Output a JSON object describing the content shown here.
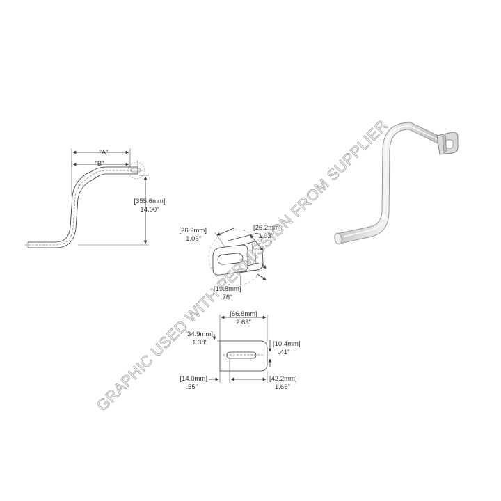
{
  "side_view": {
    "label_a": "\"A\"",
    "label_b": "\"B\"",
    "height_mm": "[355.6mm]",
    "height_in": "14.00\""
  },
  "bracket_iso": {
    "width_mm": "[26.9mm]",
    "width_in": "1.06\"",
    "depth_mm": "[26.2mm]",
    "depth_in": "1.03\"",
    "height_mm": "[19.8mm]",
    "height_in": ".78\""
  },
  "bracket_flat": {
    "overall_mm": "[66.8mm]",
    "overall_in": "2.63\"",
    "slot_len_mm": "[34.9mm]",
    "slot_len_in": "1.38\"",
    "slot_w_mm": "[10.4mm]",
    "slot_w_in": ".41\"",
    "left_mm": "[14.0mm]",
    "left_in": ".55\"",
    "right_mm": "[42.2mm]",
    "right_in": "1.66\""
  },
  "watermark": "GRAPHIC USED WITH PERMISSION FROM SUPPLIER",
  "colors": {
    "line": "#333333",
    "tube_fill": "#e4e4e4",
    "tube_edge": "#8f8f8f",
    "watermark": "#a8a8a8"
  }
}
